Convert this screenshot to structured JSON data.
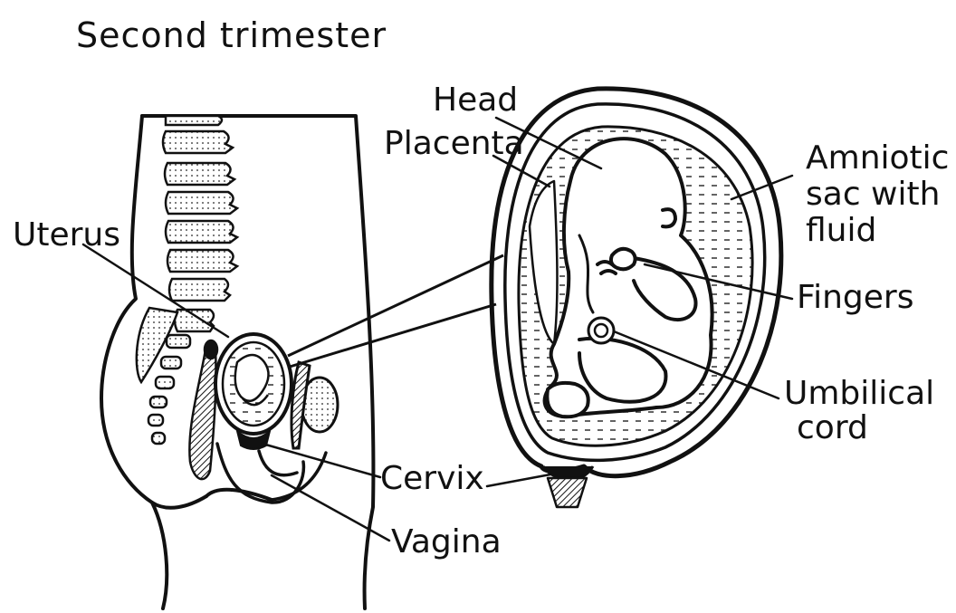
{
  "title": "Second trimester",
  "labels": {
    "uterus": "Uterus",
    "head": "Head",
    "placenta": "Placenta",
    "amniotic_l1": "Amniotic",
    "amniotic_l2": "sac with",
    "amniotic_l3": "fluid",
    "fingers": "Fingers",
    "umbilical_l1": "Umbilical",
    "umbilical_l2": "cord",
    "cervix": "Cervix",
    "vagina": "Vagina"
  },
  "colors": {
    "ink": "#111111",
    "paper": "#ffffff"
  }
}
